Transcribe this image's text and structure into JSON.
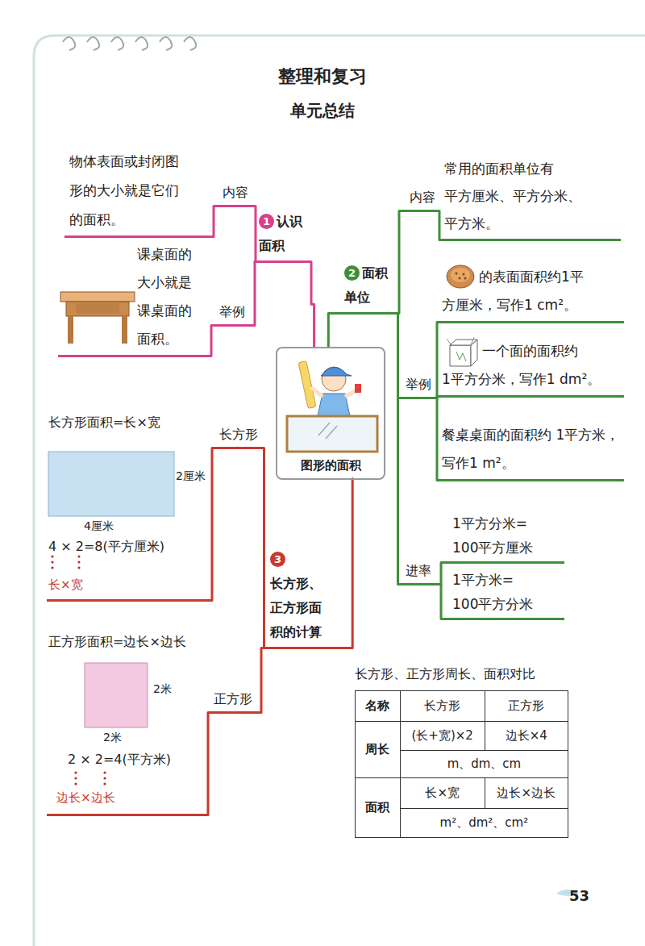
{
  "diagram": {
    "title": "整理和复习",
    "nodes": [
      {
        "text": [
          "图形的面积"
        ]
      },
      {
        "text": [
          "1",
          "认识 面积"
        ]
      },
      {
        "text": [
          "内容"
        ]
      },
      {
        "text": [
          "物体表面或封闭图 形的大小就是它们 的面积。"
        ]
      },
      {
        "text": [
          "举例"
        ]
      },
      {
        "text": [
          "课桌面的 大小就是 课桌面的 面积。"
        ]
      },
      {
        "text": [
          "2",
          "面积 单位"
        ]
      },
      {
        "text": [
          "内容"
        ]
      },
      {
        "text": [
          "常用的面积单位有 平方厘米、平方分米、 平方米。"
        ]
      },
      {
        "text": [
          "举例"
        ]
      },
      {
        "text": [
          "的表面面积约1平 方厘米，写作1 cm²。"
        ]
      },
      {
        "text": [
          "一个面的面积约 1平方分米，写作1 dm²。"
        ]
      },
      {
        "text": [
          "餐桌桌面的面积约 1平方米，写作1 m²。"
        ]
      },
      {
        "text": [
          "进率"
        ]
      },
      {
        "text": [
          "1平方分米= 100平方厘米"
        ]
      },
      {
        "text": [
          "1平方米= 100平方分米"
        ]
      },
      {
        "text": [
          "3",
          "长方形、 正方形面 积的计算"
        ]
      },
      {
        "text": [
          "长方形"
        ]
      },
      {
        "text": [
          "长方形面积=长×宽",
          "2厘米",
          "4厘米",
          "4 × 2=8(平方厘米)",
          "长×宽"
        ]
      },
      {
        "text": [
          "正方形"
        ]
      },
      {
        "text": [
          "正方形面积=边长×边长",
          "2米",
          "2米",
          "2 × 2=4(平方米)",
          "边长×边长"
        ]
      }
    ],
    "edges": [
      {
        "from": 0,
        "to": 1,
        "arrow": "none"
      },
      {
        "from": 1,
        "to": 2,
        "arrow": "none"
      },
      {
        "from": 2,
        "to": 3,
        "arrow": "none"
      },
      {
        "from": 1,
        "to": 4,
        "arrow": "none"
      },
      {
        "from": 4,
        "to": 5,
        "arrow": "none"
      },
      {
        "from": 0,
        "to": 6,
        "arrow": "none"
      },
      {
        "from": 6,
        "to": 7,
        "arrow": "none"
      },
      {
        "from": 7,
        "to": 8,
        "arrow": "none"
      },
      {
        "from": 6,
        "to": 9,
        "arrow": "none"
      },
      {
        "from": 9,
        "to": 10,
        "arrow": "none"
      },
      {
        "from": 9,
        "to": 11,
        "arrow": "none"
      },
      {
        "from": 9,
        "to": 12,
        "arrow": "none"
      },
      {
        "from": 6,
        "to": 13,
        "arrow": "none"
      },
      {
        "from": 13,
        "to": 14,
        "arrow": "none"
      },
      {
        "from": 13,
        "to": 15,
        "arrow": "none"
      },
      {
        "from": 0,
        "to": 16,
        "arrow": "none"
      },
      {
        "from": 16,
        "to": 17,
        "arrow": "none"
      },
      {
        "from": 17,
        "to": 18,
        "arrow": "none"
      },
      {
        "from": 16,
        "to": 19,
        "arrow": "none"
      },
      {
        "from": 19,
        "to": 20,
        "arrow": "none"
      }
    ],
    "labels": [
      "单元总结",
      "长方形、正方形周长、面积对比",
      "名称",
      "长方形",
      "正方形",
      "周长",
      "(长+宽)×2",
      "边长×4",
      "m、dm、cm",
      "面积",
      "长×宽",
      "边长×边长",
      "m²、dm²、cm²",
      "53"
    ]
  }
}
